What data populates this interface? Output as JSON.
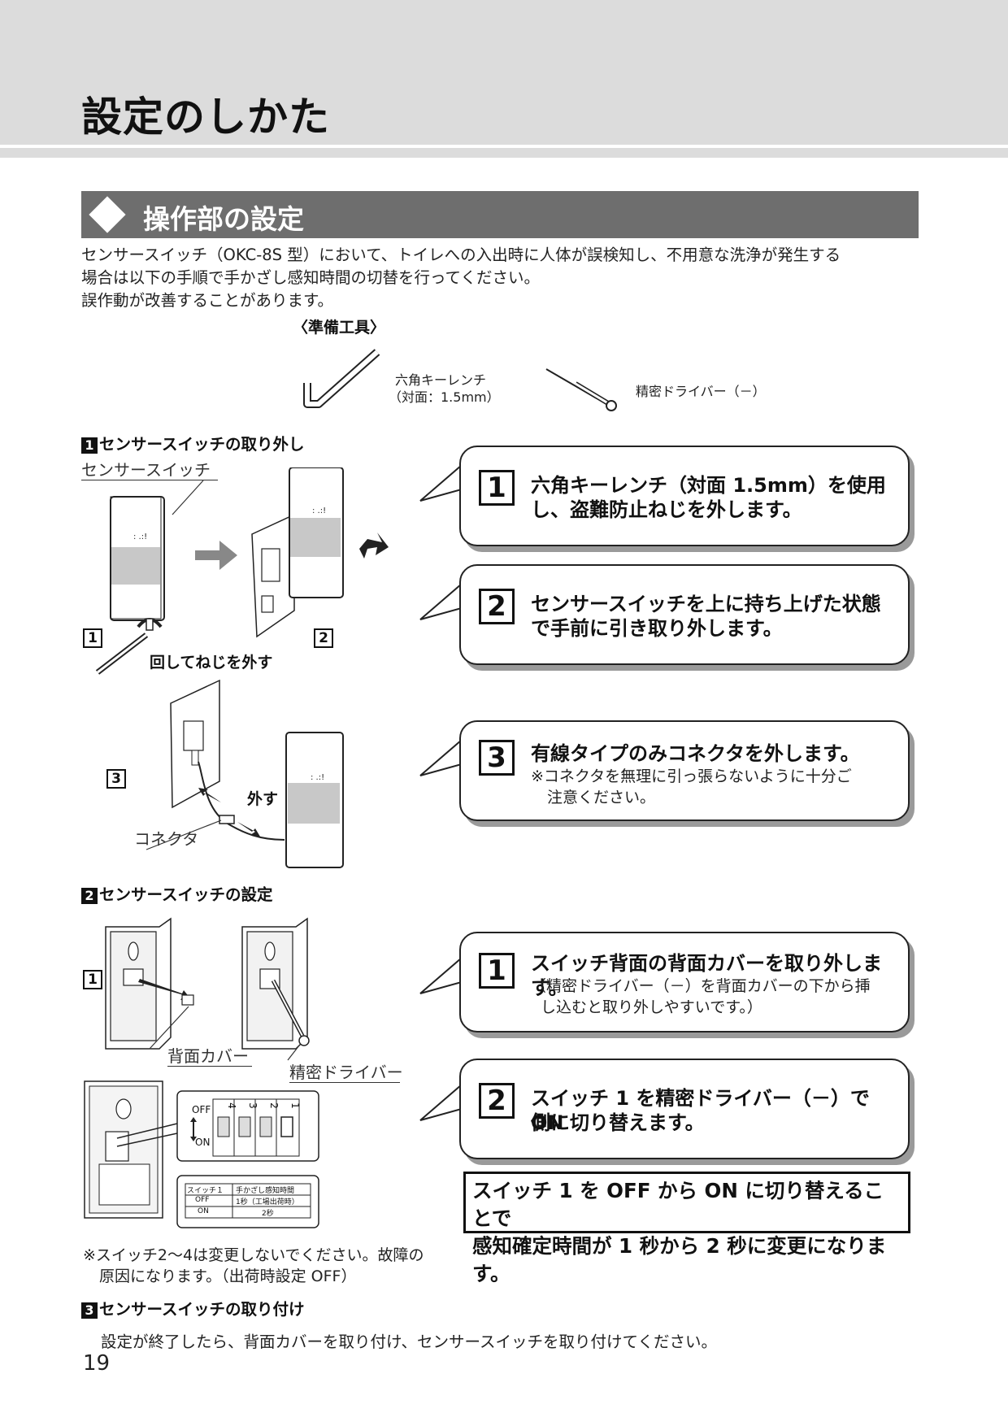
{
  "page": {
    "title": "設定のしかた",
    "section_title": "操作部の設定",
    "intro_lines": [
      "センサースイッチ（OKC-8S 型）において、トイレへの入出時に人体が誤検知し、不用意な洗浄が発生する",
      "場合は以下の手順で手かざし感知時間の切替を行ってください。",
      "誤作動が改善することがあります。"
    ],
    "page_number": "19"
  },
  "tools": {
    "title": "〈準備工具〉",
    "hex_wrench_line1": "六角キーレンチ",
    "hex_wrench_line2": "（対面：1.5mm）",
    "screwdriver": "精密ドライバー（－）"
  },
  "part1": {
    "num": "1",
    "heading": "センサースイッチの取り外し",
    "label_sensor": "センサースイッチ",
    "label_turn": "回してねじを外す",
    "label_remove": "外す",
    "label_connector": "コネクタ",
    "fig1": "1",
    "fig2": "2",
    "fig3": "3",
    "steps": [
      {
        "num": "1",
        "line1": "六角キーレンチ（対面 1.5mm）を使用",
        "line2": "し、盗難防止ねじを外します。"
      },
      {
        "num": "2",
        "line1": "センサースイッチを上に持ち上げた状態",
        "line2": "で手前に引き取り外します。"
      },
      {
        "num": "3",
        "line1": "有線タイプのみコネクタを外します。",
        "note1": "※コネクタを無理に引っ張らないように十分ご",
        "note2": "注意ください。"
      }
    ]
  },
  "part2": {
    "num": "2",
    "heading": "センサースイッチの設定",
    "fig1": "1",
    "label_back_cover": "背面カバー",
    "label_screwdriver": "精密ドライバー",
    "dip_off": "OFF",
    "dip_on": "ON",
    "dip_numbers": [
      "4",
      "3",
      "2",
      "1"
    ],
    "table_headers": [
      "スイッチ１",
      "手かざし感知時間"
    ],
    "table_rows": [
      [
        "OFF",
        "1秒（工場出荷時）"
      ],
      [
        "ON",
        "2秒"
      ]
    ],
    "steps": [
      {
        "num": "1",
        "line1": "スイッチ背面の背面カバーを取り外します。",
        "note1": "（精密ドライバー（－）を背面カバーの下から挿",
        "note2": "し込むと取り外しやすいです。）"
      },
      {
        "num": "2",
        "line1": "スイッチ 1 を精密ドライバー（－）で ON",
        "line2": "側に切り替えます。"
      }
    ],
    "result_line1": "スイッチ 1 を OFF から ON に切り替えることで",
    "result_line2": "感知確定時間が 1 秒から 2 秒に変更になります。",
    "footnote1": "※スイッチ2～4は変更しないでください。故障の",
    "footnote2": "原因になります。（出荷時設定 OFF）"
  },
  "part3": {
    "num": "3",
    "heading": "センサースイッチの取り付け",
    "text": "設定が終了したら、背面カバーを取り付け、センサースイッチを取り付けてください。"
  }
}
